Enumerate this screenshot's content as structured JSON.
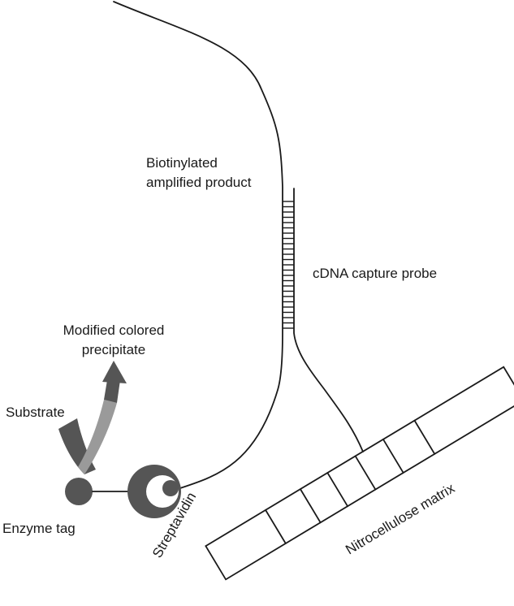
{
  "labels": {
    "biotinylated_line1": "Biotinylated",
    "biotinylated_line2": "amplified product",
    "capture_probe": "cDNA capture probe",
    "modified_line1": "Modified colored",
    "modified_line2": "precipitate",
    "substrate": "Substrate",
    "enzyme_tag": "Enzyme tag",
    "streptavidin": "Streptavidin",
    "matrix": "Nitrocellulose matrix"
  },
  "colors": {
    "ink": "#1a1a1a",
    "dark_gray": "#555555",
    "light_gray": "#9a9a9a",
    "background": "#ffffff"
  }
}
